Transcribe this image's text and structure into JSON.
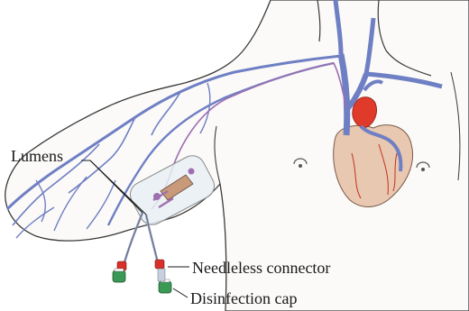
{
  "labels": {
    "lumens": "Lumens",
    "needleless_connector": "Needleless connector",
    "disinfection_cap": "Disinfection cap"
  },
  "colors": {
    "skin_fill": "#fbfaf8",
    "outline": "#3a3a3a",
    "vein": "#6f7fc4",
    "vein_light": "#b8c0e6",
    "heart": "#e8c8b0",
    "heart_red": "#e03a2a",
    "artery_line": "#c43020",
    "catheter": "#9e6fb0",
    "dressing": "#e8eef4",
    "connector_red": "#d8302a",
    "cap_green": "#3a9a55"
  }
}
